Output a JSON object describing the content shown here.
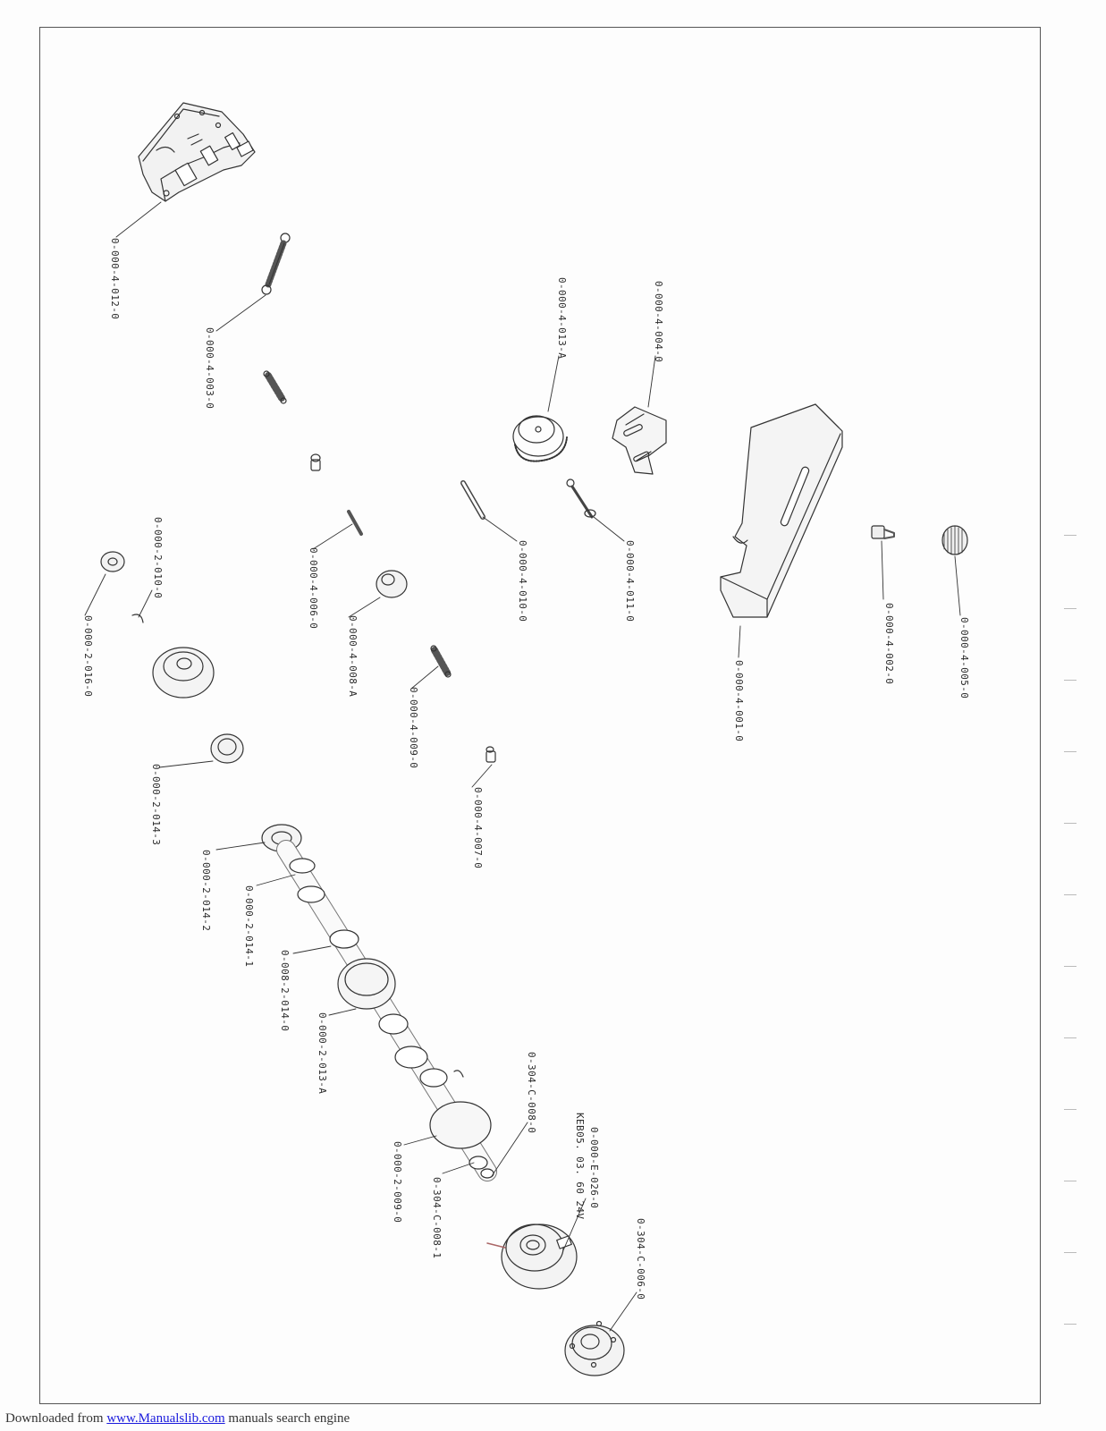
{
  "footer": {
    "prefix": "Downloaded from ",
    "link": "www.Manualslib.com",
    "suffix": "  manuals search engine"
  },
  "part_labels": {
    "p012": "0-000-4-012-0",
    "p003": "0-000-4-003-0",
    "p013": "0-000-4-013-A",
    "p004": "0-000-4-004-0",
    "p010_2": "0-000-2-010-0",
    "p016": "0-000-2-016-0",
    "p006": "0-000-4-006-0",
    "p008": "0-000-4-008-A",
    "p010_4": "0-000-4-010-0",
    "p011": "0-000-4-011-0",
    "p001": "0-000-4-001-0",
    "p002": "0-000-4-002-0",
    "p005": "0-000-4-005-0",
    "p009_4": "0-000-4-009-0",
    "p014_3": "0-000-2-014-3",
    "p007": "0-000-4-007-0",
    "p014_2": "0-000-2-014-2",
    "p014_1": "0-000-2-014-1",
    "p008_014": "0-008-2-014-0",
    "p013_2": "0-000-2-013-A",
    "p304_008": "0-304-C-008-0",
    "pE026": "0-000-E-026-0",
    "pKEB": "KEB05. 03. 60  24V",
    "p009_2": "0-000-2-009-0",
    "p304_008_1": "0-304-C-008-1",
    "p304_006": "0-304-C-006-0"
  }
}
